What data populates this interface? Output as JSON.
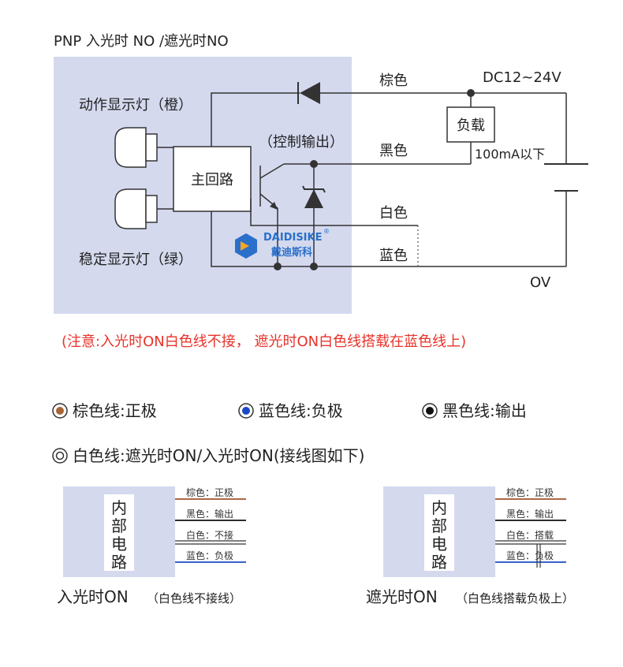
{
  "title": "PNP 入光时 NO /遮光时NO",
  "labels": {
    "action_led": "动作显示灯（橙）",
    "stable_led": "稳定显示灯（绿）",
    "main_circuit": "主回路",
    "control_output": "（控制输出）",
    "brown": "棕色",
    "black": "黑色",
    "white": "白色",
    "blue": "蓝色",
    "voltage": "DC12~24V",
    "load": "负载",
    "current": "100mA以下",
    "ov": "OV"
  },
  "logo": {
    "text_en": "DAIDISIKE",
    "text_cn": "戴迪斯科",
    "reg": "®"
  },
  "note": "(注意:入光时ON白色线不接， 遮光时ON白色线搭载在蓝色线上)",
  "legend": {
    "brown": "棕色线:正极",
    "blue": "蓝色线:负极",
    "black": "黑色线:输出",
    "white": "白色线:遮光时ON/入光时ON(接线图如下)"
  },
  "panels": {
    "left": {
      "inner_label": [
        "内",
        "部",
        "电",
        "路"
      ],
      "wires": [
        "棕色：正极",
        "黑色：输出",
        "白色：不接",
        "蓝色：负极"
      ],
      "caption_main": "入光时ON",
      "caption_sub": "（白色线不接线）"
    },
    "right": {
      "inner_label": [
        "内",
        "部",
        "电",
        "路"
      ],
      "wires": [
        "棕色：正极",
        "黑色：输出",
        "白色：搭载",
        "蓝色：负极"
      ],
      "caption_main": "遮光时ON",
      "caption_sub": "（白色线搭载负极上）"
    }
  },
  "colors": {
    "panel_bg": "#d4d9ee",
    "note_red": "#e8332a",
    "brown_wire": "#a0522d",
    "blue_wire": "#1a4fc0",
    "blue_dot": "#1848c8",
    "brown_dot": "#a86434",
    "logo_blue": "#2a6fc9",
    "logo_orange": "#f5a623"
  }
}
